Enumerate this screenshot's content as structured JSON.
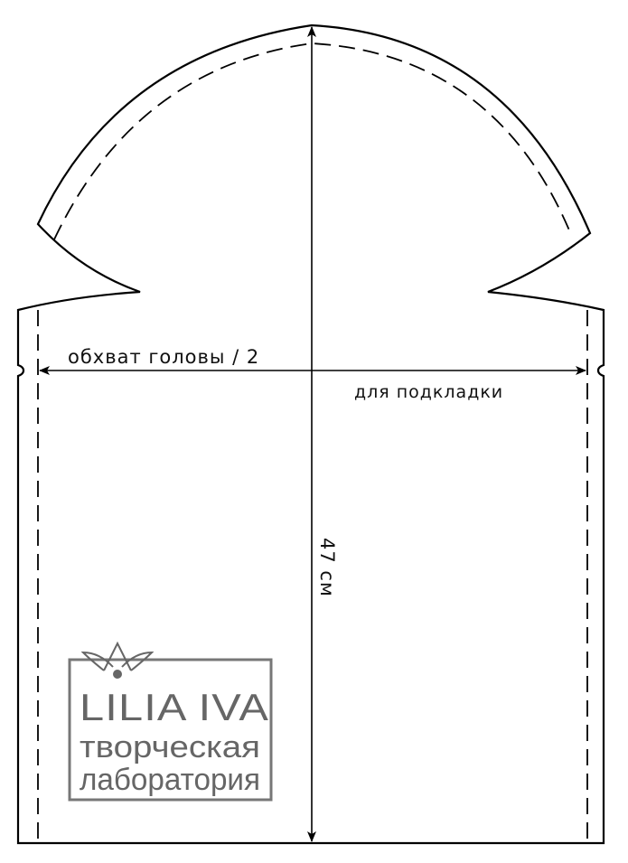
{
  "pattern": {
    "width_label": "обхват головы / 2",
    "note_label": "для подкладки",
    "height_label": "47 см"
  },
  "logo": {
    "brand": "LILIA IVA",
    "line1": "творческая",
    "line2": "лаборатория",
    "color": "#666666"
  }
}
